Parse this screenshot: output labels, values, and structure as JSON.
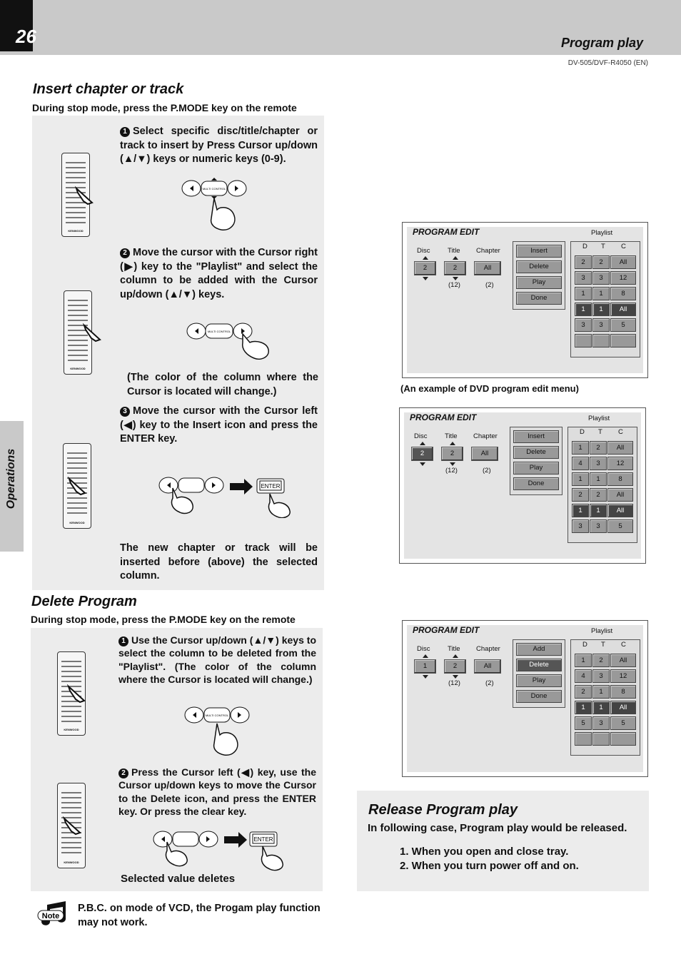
{
  "header": {
    "page_number": "26",
    "section_title": "Program play",
    "model": "DV-505/DVF-R4050 (EN)"
  },
  "sidebar_tab": "Operations",
  "insert": {
    "title": "Insert chapter or track",
    "subtitle": "During stop mode, press the P.MODE key on the remote",
    "step1": "Select specific disc/title/chapter or track  to insert by Press Cursor up/down (▲/▼) keys or numeric keys (0-9).",
    "step2": "Move the cursor with the Cursor right (▶) key to the \"Playlist\" and select the column to be added with the Cursor up/down (▲/▼) keys.",
    "step2_note": "(The color of the column where the Cursor is located will change.)",
    "step3": "Move the cursor with the Cursor left (◀) key to the Insert icon and press the ENTER key.",
    "result": "The new chapter or track will be inserted before (above) the selected column."
  },
  "delete": {
    "title": "Delete Program",
    "subtitle": "During stop mode, press the P.MODE key on the remote",
    "step1": "Use the Cursor up/down (▲/▼) keys to select the column to be deleted from the \"Playlist\". (The color of the column where the Cursor is located will change.)",
    "step2": "Press the Cursor left (◀) key, use the Cursor up/down keys to move the Cursor to the Delete icon, and press the ENTER key. Or press the clear key.",
    "result": "Selected value deletes"
  },
  "note": {
    "icon_label": "Note",
    "text": "P.B.C. on mode of VCD, the Progam play function may not work."
  },
  "labels": {
    "multi_control": "MULTI CONTROL",
    "enter": "ENTER",
    "brand": "KENWOOD"
  },
  "screens": {
    "title": "PROGRAM EDIT",
    "playlist": "Playlist",
    "col_disc": "Disc",
    "col_title": "Title",
    "col_chapter": "Chapter",
    "hdr_d": "D",
    "hdr_t": "T",
    "hdr_c": "C",
    "title_count": "(12)",
    "chapter_count": "(2)",
    "caption": "(An example of DVD program edit menu)",
    "s1": {
      "disc": "2",
      "title": "2",
      "chapter": "All",
      "menu": [
        "Insert",
        "Delete",
        "Play",
        "Done"
      ],
      "rows": [
        [
          "2",
          "2",
          "All"
        ],
        [
          "3",
          "3",
          "12"
        ],
        [
          "1",
          "1",
          "8"
        ],
        [
          "1",
          "1",
          "All"
        ],
        [
          "3",
          "3",
          "5"
        ],
        [
          "",
          "",
          ""
        ]
      ]
    },
    "s2": {
      "disc": "2",
      "title": "2",
      "chapter": "All",
      "menu": [
        "Insert",
        "Delete",
        "Play",
        "Done"
      ],
      "rows": [
        [
          "1",
          "2",
          "All"
        ],
        [
          "4",
          "3",
          "12"
        ],
        [
          "1",
          "1",
          "8"
        ],
        [
          "2",
          "2",
          "All"
        ],
        [
          "1",
          "1",
          "All"
        ],
        [
          "3",
          "3",
          "5"
        ]
      ]
    },
    "s3": {
      "disc": "1",
      "title": "2",
      "chapter": "All",
      "menu": [
        "Add",
        "Delete",
        "Play",
        "Done"
      ],
      "rows": [
        [
          "1",
          "2",
          "All"
        ],
        [
          "4",
          "3",
          "12"
        ],
        [
          "2",
          "1",
          "8"
        ],
        [
          "1",
          "1",
          "All"
        ],
        [
          "5",
          "3",
          "5"
        ],
        [
          "",
          "",
          ""
        ]
      ]
    }
  },
  "release": {
    "title": "Release Program play",
    "intro": "In following case, Program play would be released.",
    "items": [
      "1.   When you open and close tray.",
      "2.   When you turn power off and on."
    ]
  }
}
